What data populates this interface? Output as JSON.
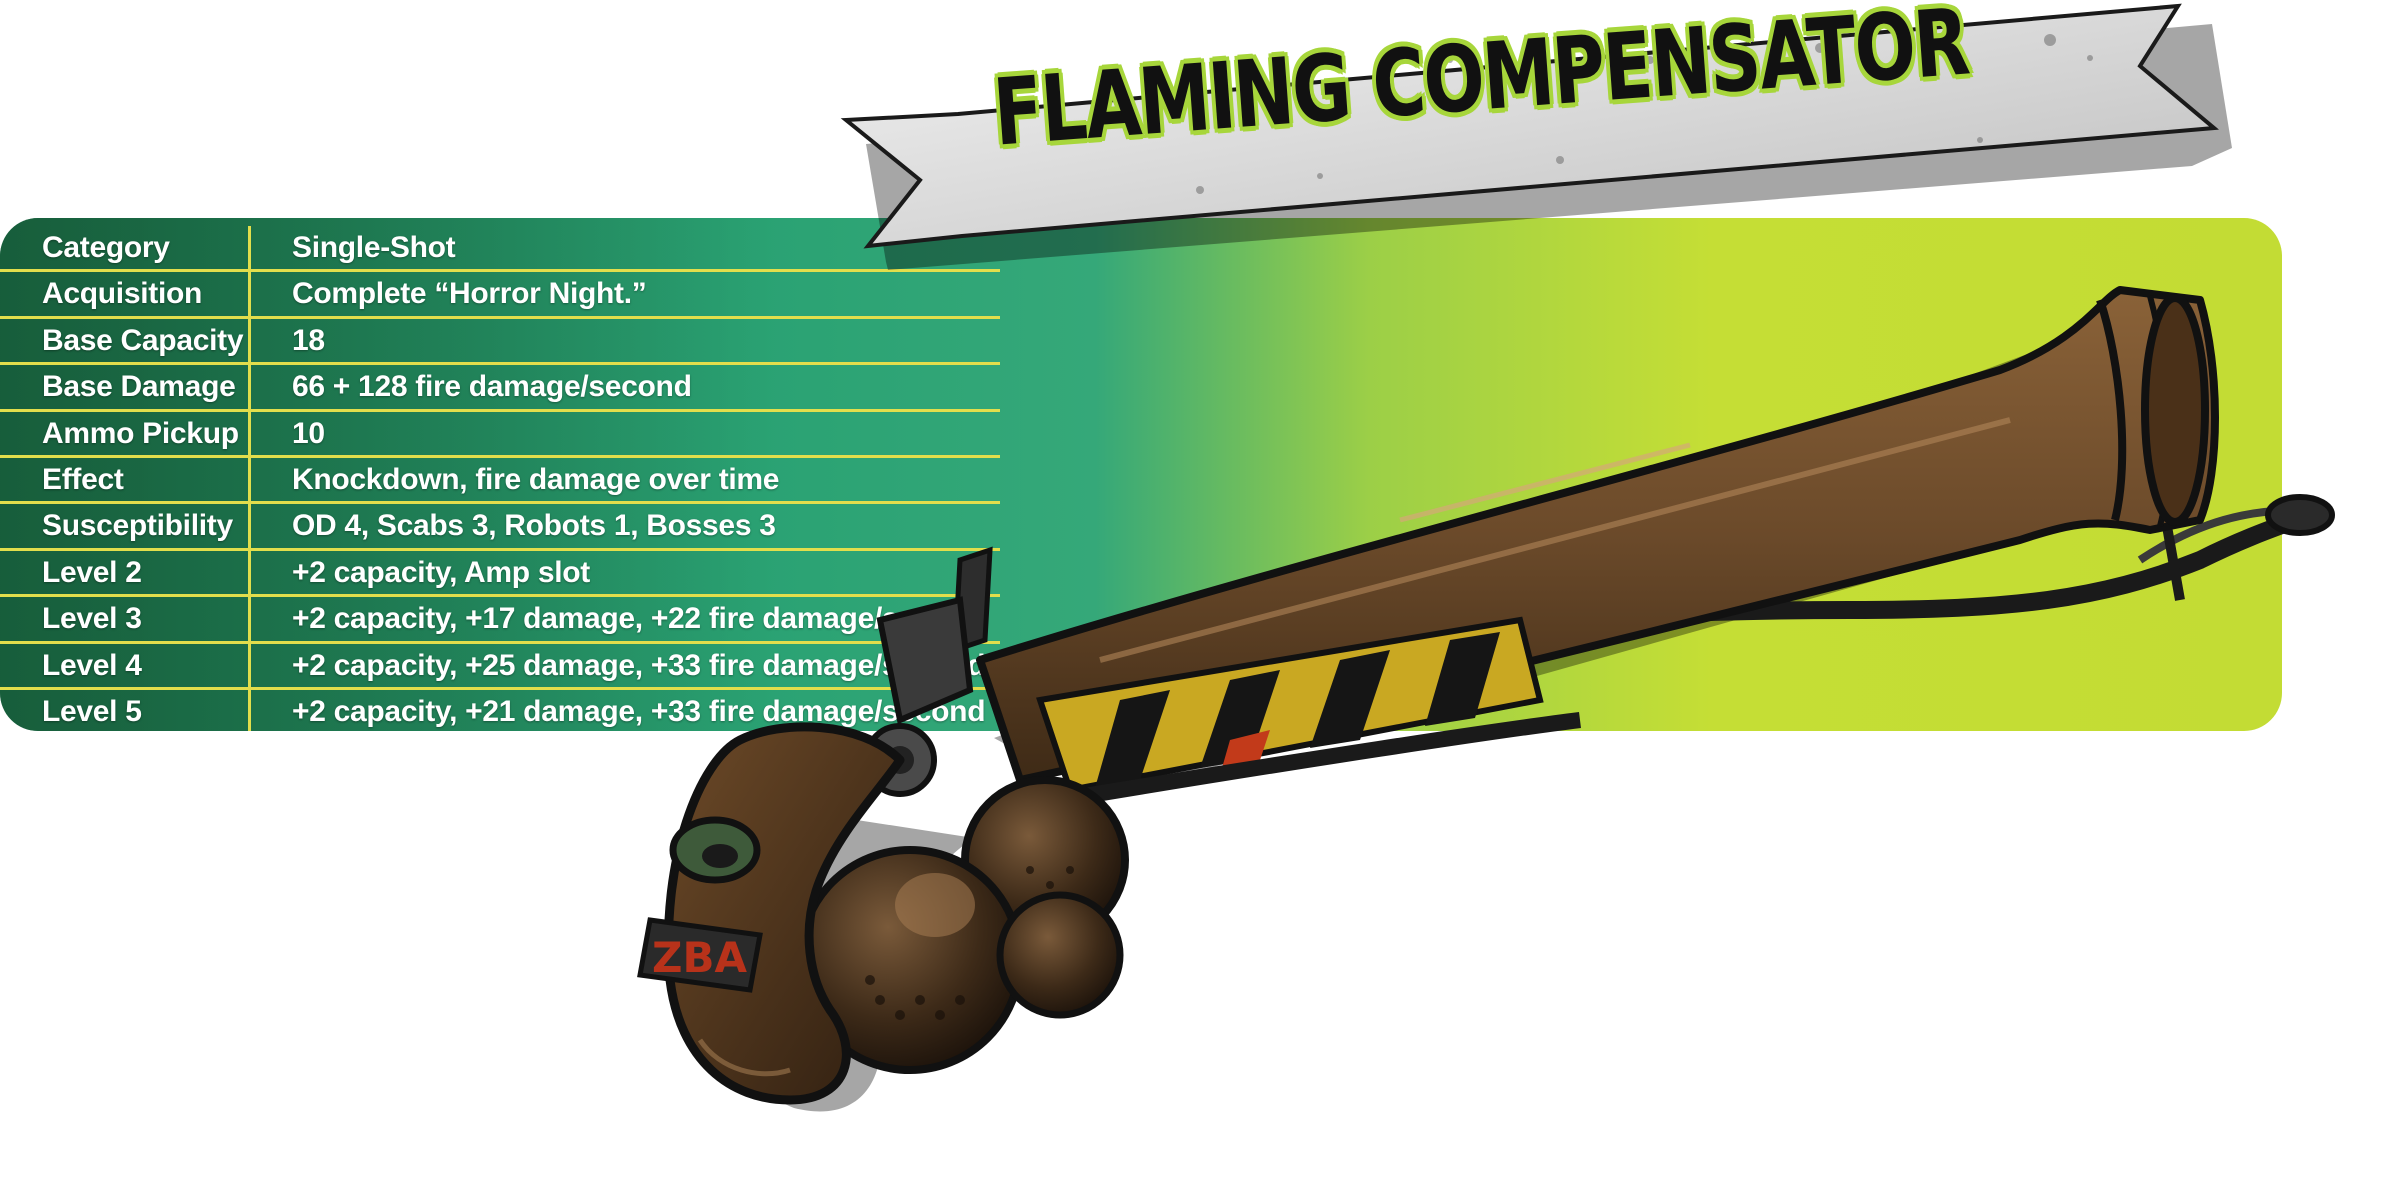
{
  "title": "FLAMING COMPENSATOR",
  "colors": {
    "panel_dark_green": "#1b7a52",
    "panel_teal": "#2aa273",
    "panel_lime": "#c5de35",
    "row_rule_yellow": "#e2de4c",
    "title_outline_green": "#a7d63b",
    "gun_barrel_brown": "#6b4a2a",
    "gun_stripes_yellow": "#c9a822"
  },
  "stats": [
    {
      "label": "Category",
      "value": "Single-Shot"
    },
    {
      "label": "Acquisition",
      "value": "Complete “Horror Night.”"
    },
    {
      "label": "Base Capacity",
      "value": "18"
    },
    {
      "label": "Base Damage",
      "value": "66 + 128 fire damage/second"
    },
    {
      "label": "Ammo Pickup",
      "value": "10"
    },
    {
      "label": "Effect",
      "value": "Knockdown, fire damage over time"
    },
    {
      "label": "Susceptibility",
      "value": "OD 4, Scabs 3, Robots 1, Bosses 3"
    },
    {
      "label": "Level 2",
      "value": "+2 capacity, Amp slot"
    },
    {
      "label": "Level 3",
      "value": "+2 capacity, +17 damage, +22 fire damage/second"
    },
    {
      "label": "Level 4",
      "value": "+2 capacity, +25 damage, +33 fire damage/second"
    },
    {
      "label": "Level 5",
      "value": "+2 capacity, +21 damage, +33 fire damage/second"
    }
  ],
  "illustration": {
    "weapon_icon": "flintlock-blunderbuss-icon",
    "banner_icon": "ribbon-banner-icon",
    "stock_lettering": "ZBA"
  }
}
